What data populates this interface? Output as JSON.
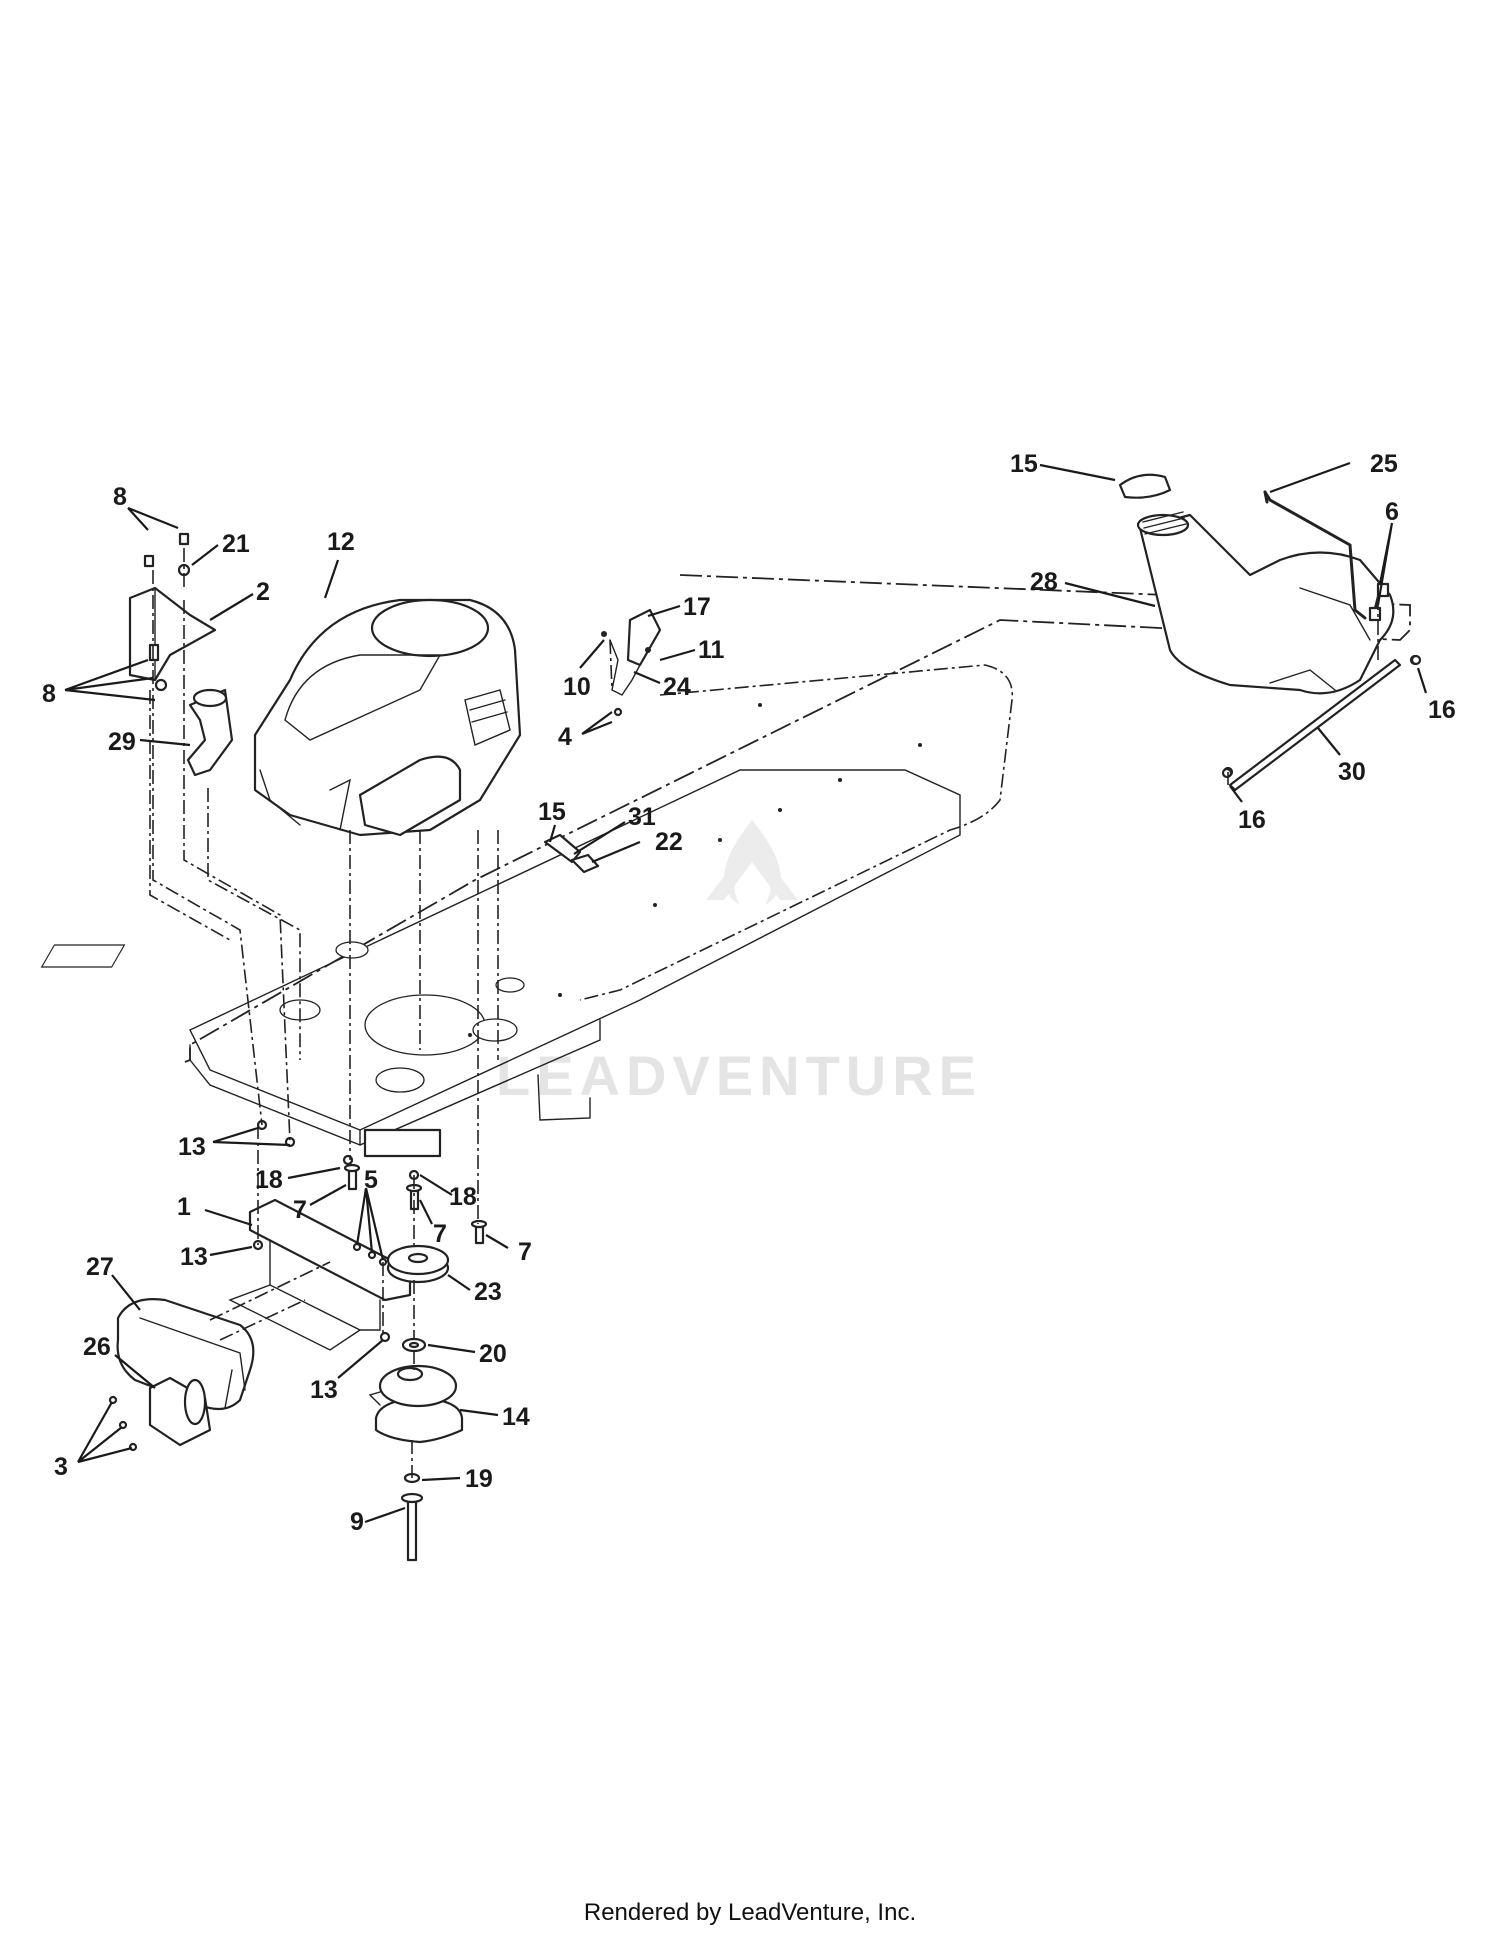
{
  "callouts": [
    {
      "id": "c8a",
      "label": "8"
    },
    {
      "id": "c21",
      "label": "21"
    },
    {
      "id": "c12",
      "label": "12"
    },
    {
      "id": "c2",
      "label": "2"
    },
    {
      "id": "c8b",
      "label": "8"
    },
    {
      "id": "c29",
      "label": "29"
    },
    {
      "id": "c17",
      "label": "17"
    },
    {
      "id": "c11",
      "label": "11"
    },
    {
      "id": "c10",
      "label": "10"
    },
    {
      "id": "c24",
      "label": "24"
    },
    {
      "id": "c4",
      "label": "4"
    },
    {
      "id": "c15a",
      "label": "15"
    },
    {
      "id": "c31",
      "label": "31"
    },
    {
      "id": "c22",
      "label": "22"
    },
    {
      "id": "c15b",
      "label": "15"
    },
    {
      "id": "c25",
      "label": "25"
    },
    {
      "id": "c6",
      "label": "6"
    },
    {
      "id": "c28",
      "label": "28"
    },
    {
      "id": "c16a",
      "label": "16"
    },
    {
      "id": "c30",
      "label": "30"
    },
    {
      "id": "c16b",
      "label": "16"
    },
    {
      "id": "c13a",
      "label": "13"
    },
    {
      "id": "c18a",
      "label": "18"
    },
    {
      "id": "c7a",
      "label": "7"
    },
    {
      "id": "c5",
      "label": "5"
    },
    {
      "id": "c18b",
      "label": "18"
    },
    {
      "id": "c7b",
      "label": "7"
    },
    {
      "id": "c7c",
      "label": "7"
    },
    {
      "id": "c1",
      "label": "1"
    },
    {
      "id": "c13b",
      "label": "13"
    },
    {
      "id": "c27",
      "label": "27"
    },
    {
      "id": "c23",
      "label": "23"
    },
    {
      "id": "c20",
      "label": "20"
    },
    {
      "id": "c26",
      "label": "26"
    },
    {
      "id": "c13c",
      "label": "13"
    },
    {
      "id": "c14",
      "label": "14"
    },
    {
      "id": "c3",
      "label": "3"
    },
    {
      "id": "c19",
      "label": "19"
    },
    {
      "id": "c9",
      "label": "9"
    }
  ],
  "watermark": {
    "text": "LEADVENTURE"
  },
  "footer": {
    "text": "Rendered by LeadVenture, Inc."
  }
}
